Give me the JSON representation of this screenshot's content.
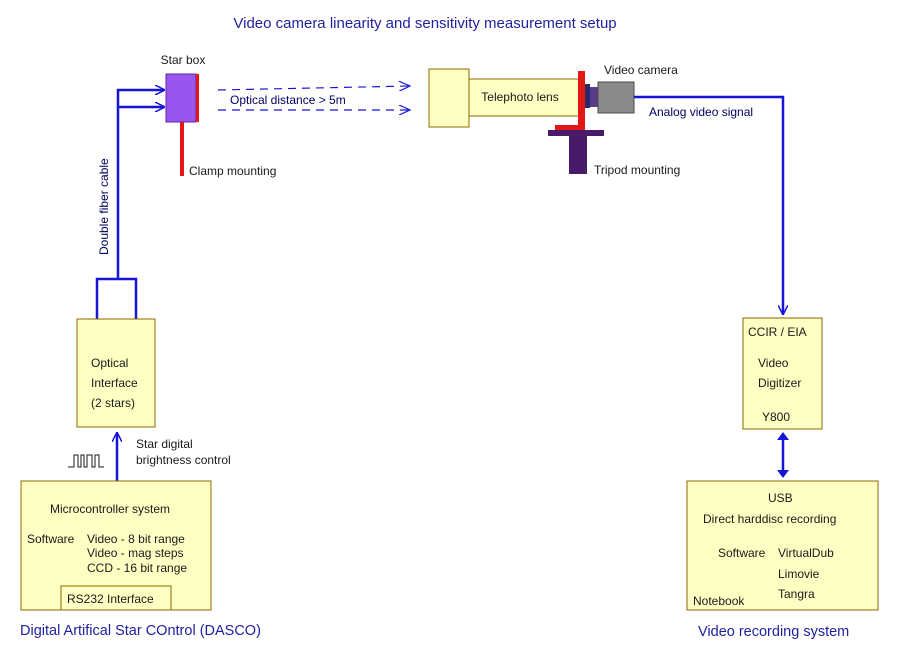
{
  "title": "Video camera linearity and sensitivity measurement setup",
  "colors": {
    "line": "#1515d6",
    "box_fill": "#ffffc4",
    "box_border": "#8a6a00",
    "star_box": "#9a55f0",
    "mount_red": "#e01818",
    "tripod": "#4a1a6a",
    "camera_gray": "#8a8a8a",
    "title_text": "#1f1fa0"
  },
  "labels": {
    "star_box": "Star box",
    "clamp_mounting": "Clamp mounting",
    "double_fiber_cable": "Double fiber cable",
    "optical_distance": "Optical distance > 5m",
    "telephoto_lens": "Telephoto lens",
    "video_camera": "Video camera",
    "analog_video_signal": "Analog video signal",
    "tripod_mounting": "Tripod mounting",
    "star_digital_line1": "Star digital",
    "star_digital_line2": "brightness control"
  },
  "optical_interface": {
    "line1": "Optical",
    "line2": "Interface",
    "line3": "(2 stars)"
  },
  "digitizer": {
    "line1": "CCIR / EIA",
    "line2": "Video",
    "line3": "Digitizer",
    "line4": "Y800"
  },
  "microcontroller": {
    "title": "Microcontroller system",
    "software_label": "Software",
    "row1": "Video -  8 bit range",
    "row2": "Video -  mag steps",
    "row3": "CCD  - 16 bit range",
    "rs232": "RS232 Interface"
  },
  "recording": {
    "usb": "USB",
    "direct": "Direct harddisc recording",
    "software_label": "Software",
    "sw1": "VirtualDub",
    "sw2": "Limovie",
    "sw3": "Tangra",
    "notebook": "Notebook"
  },
  "captions": {
    "dasco": "Digital Artifical Star COntrol (DASCO)",
    "video_system": "Video recording system"
  },
  "icons": {
    "pulse_signal": "square-wave-icon"
  }
}
